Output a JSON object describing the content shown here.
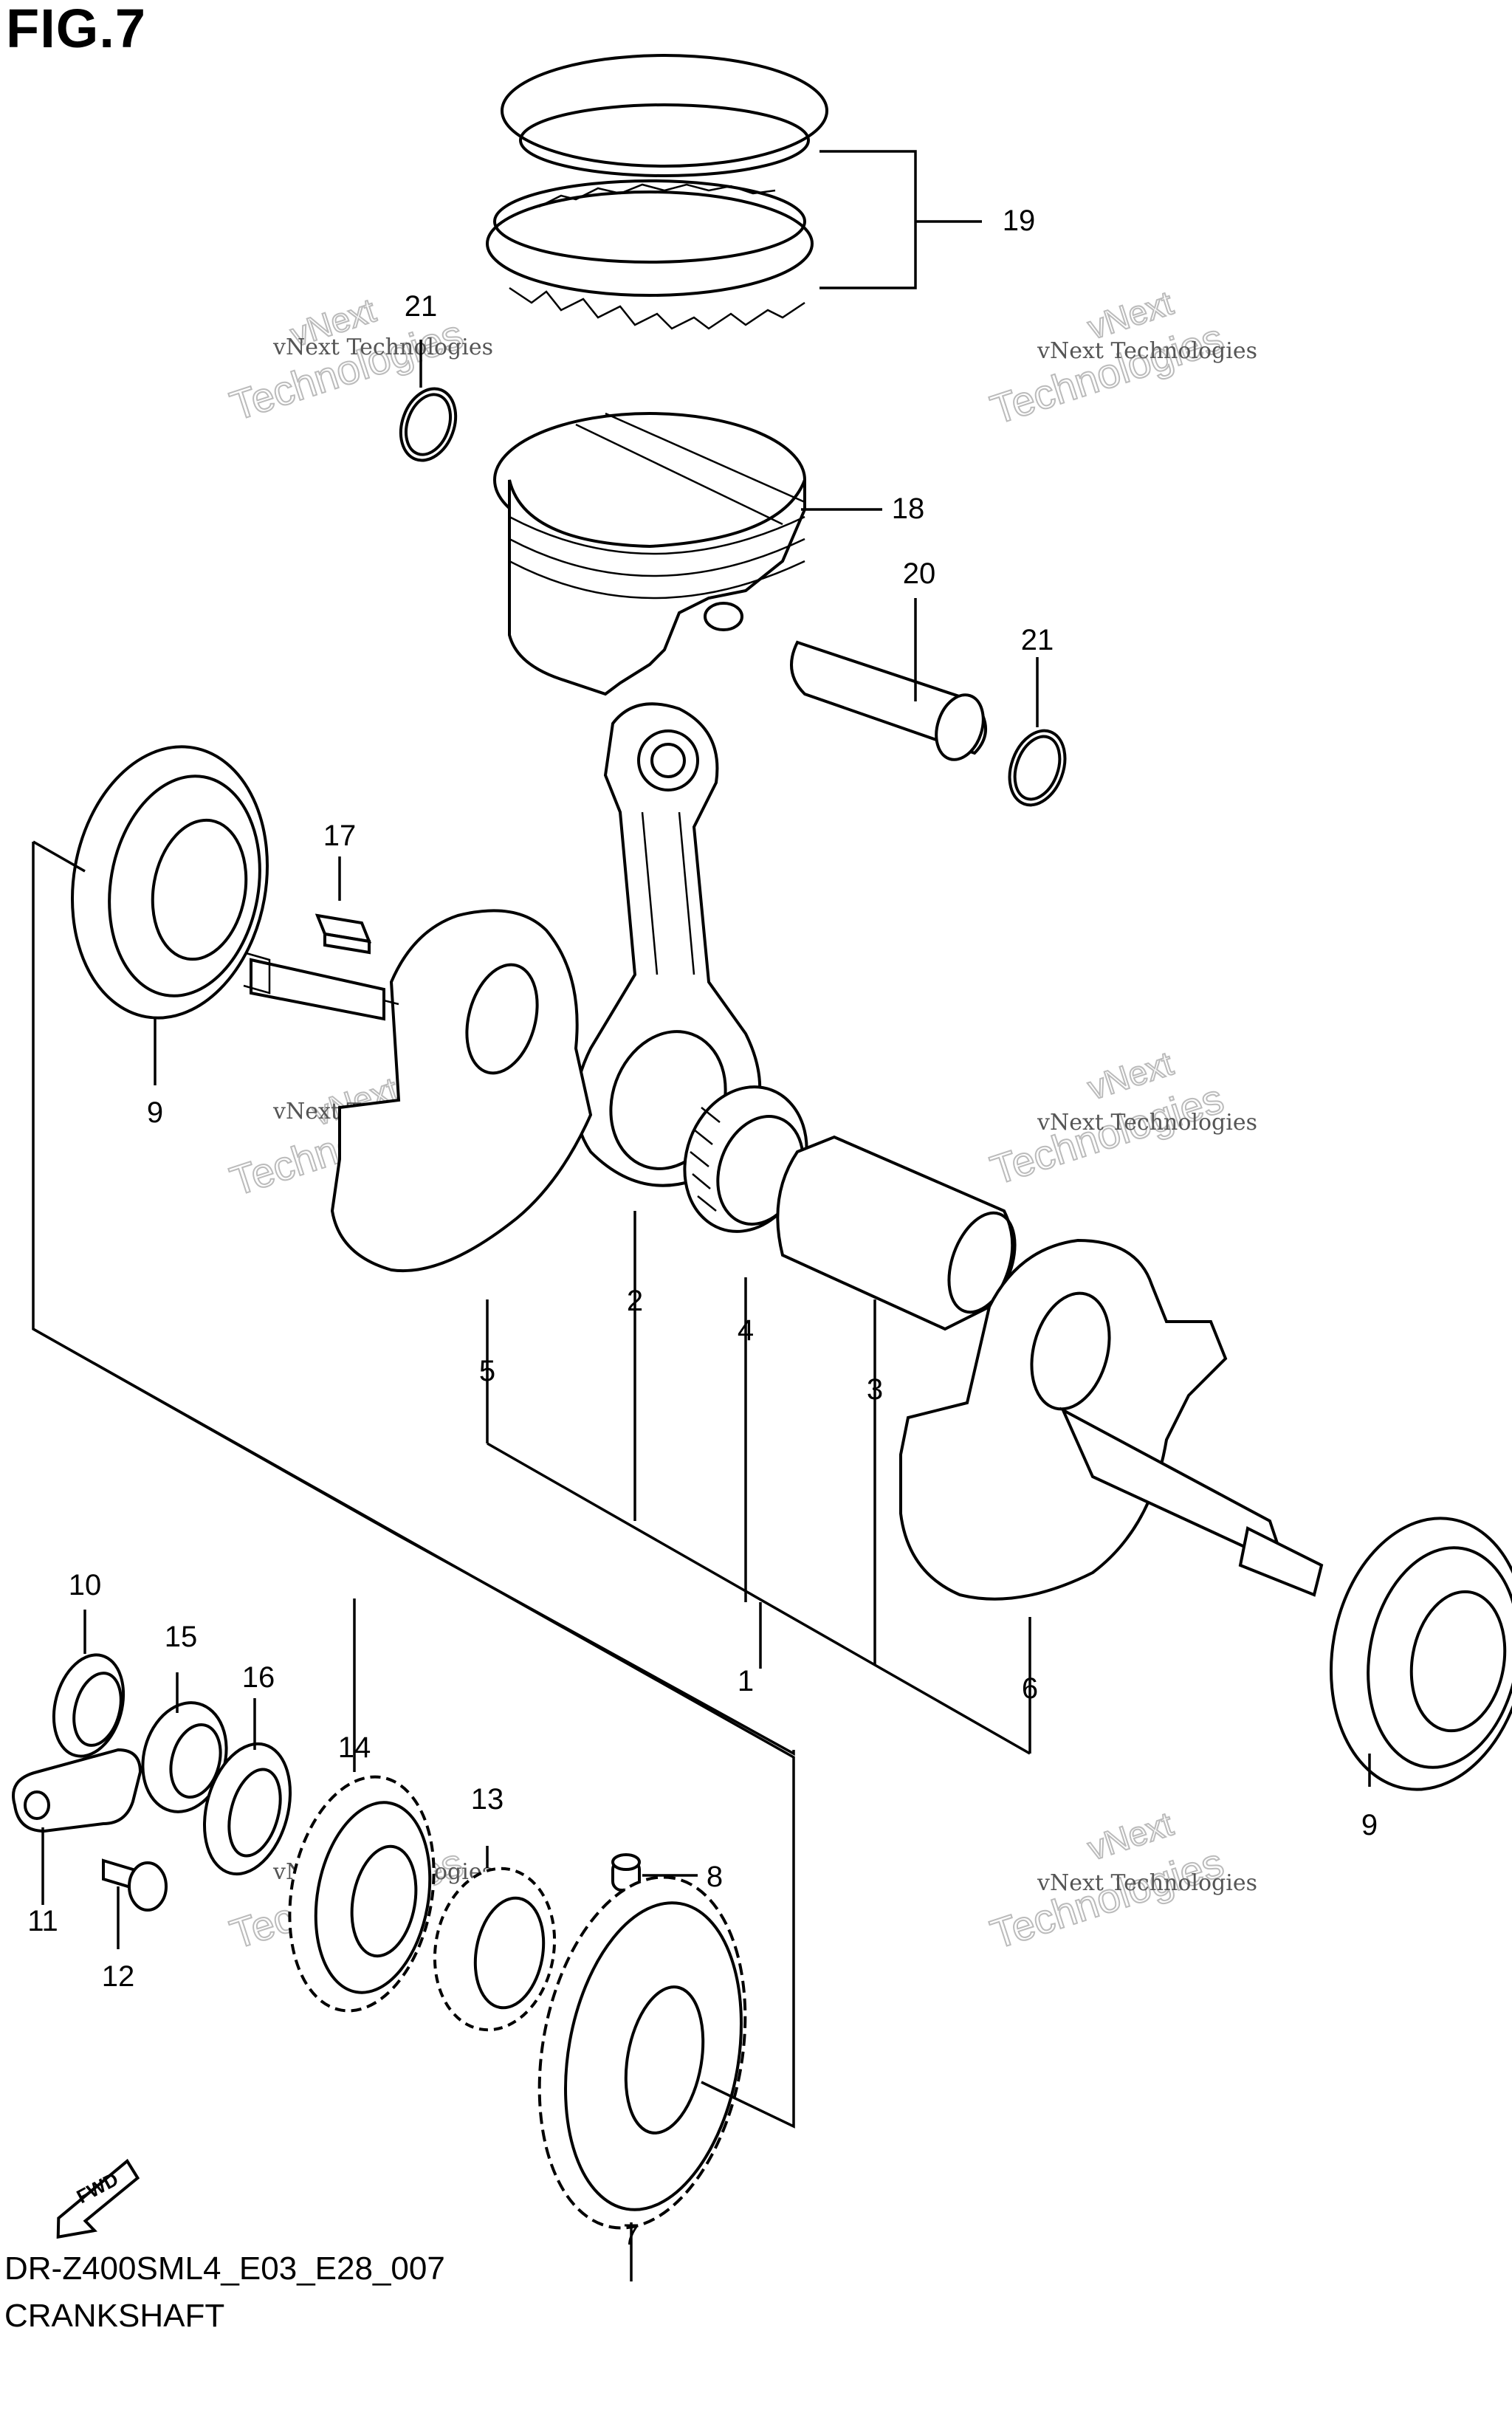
{
  "figure": {
    "title": "FIG.7",
    "code": "DR-Z400SML4_E03_E28_007",
    "name": "CRANKSHAFT"
  },
  "callouts": [
    {
      "num": "1"
    },
    {
      "num": "2"
    },
    {
      "num": "3"
    },
    {
      "num": "4"
    },
    {
      "num": "5"
    },
    {
      "num": "6"
    },
    {
      "num": "7"
    },
    {
      "num": "8"
    },
    {
      "num": "9"
    },
    {
      "num": "9"
    },
    {
      "num": "10"
    },
    {
      "num": "11"
    },
    {
      "num": "12"
    },
    {
      "num": "13"
    },
    {
      "num": "14"
    },
    {
      "num": "15"
    },
    {
      "num": "16"
    },
    {
      "num": "17"
    },
    {
      "num": "18"
    },
    {
      "num": "19"
    },
    {
      "num": "20"
    },
    {
      "num": "21"
    },
    {
      "num": "21"
    }
  ],
  "watermark": {
    "line1": "vNext Technologies",
    "brand_top": "vNext",
    "brand_bottom": "Technologies"
  },
  "fwd_label": "FWD"
}
